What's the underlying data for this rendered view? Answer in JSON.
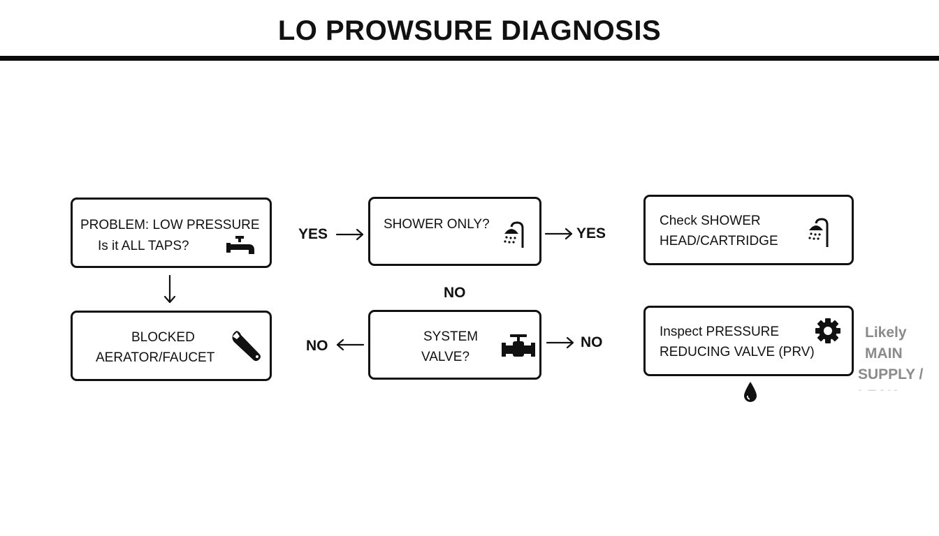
{
  "title": "LO PROWSURE DIAGNOSIS",
  "nodes": {
    "problem": {
      "line1": "PROBLEM: LOW PRESSURE",
      "line2": "Is it ALL TAPS?",
      "icon": "faucet-icon"
    },
    "shower_only": {
      "line1": "SHOWER ONLY?",
      "icon": "shower-icon"
    },
    "check_shower": {
      "line1": "Check SHOWER",
      "line2": "HEAD/CARTRIDGE",
      "icon": "shower-icon"
    },
    "blocked": {
      "line1": "BLOCKED",
      "line2": "AERATOR/FAUCET",
      "icon": "wrench-icon"
    },
    "system_valve": {
      "line1": "SYSTEM",
      "line2": "VALVE?",
      "icon": "valve-icon"
    },
    "inspect_prv": {
      "line1": "Inspect PRESSURE",
      "line2": "REDUCING VALVE (PRV)",
      "icon": "gear-icon"
    }
  },
  "edge_labels": {
    "yes_1": "YES",
    "yes_2": "YES",
    "no_middle": "NO",
    "no_left": "NO",
    "no_right": "NO"
  },
  "side_note": {
    "lines": [
      "Likely",
      "MAIN",
      "SUPPLY /",
      "LEAK"
    ],
    "icon": "water-drop-icon",
    "color": "#8a8a8a"
  }
}
